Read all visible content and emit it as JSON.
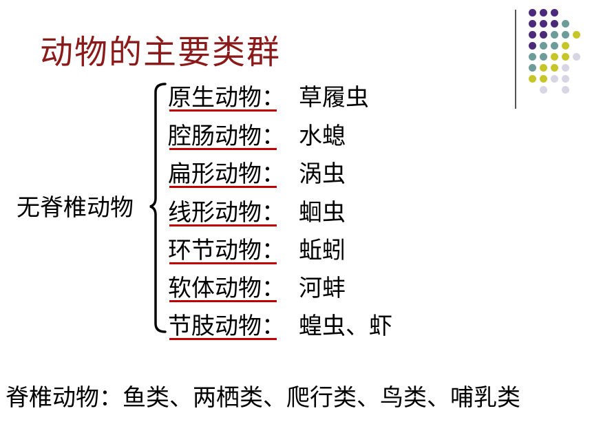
{
  "title": "动物的主要类群",
  "invertebrates": {
    "label": "无脊椎动物",
    "items": [
      {
        "phylum": "原生动物",
        "separator": "：",
        "example": "草履虫"
      },
      {
        "phylum": "腔肠动物",
        "separator": "：",
        "example": "水螅"
      },
      {
        "phylum": "扁形动物",
        "separator": "：",
        "example": "涡虫"
      },
      {
        "phylum": "线形动物",
        "separator": "：",
        "example": "蛔虫"
      },
      {
        "phylum": "环节动物",
        "separator": "：",
        "example": "蚯蚓"
      },
      {
        "phylum": "软体动物",
        "separator": "：",
        "example": "河蚌"
      },
      {
        "phylum": "节肢动物",
        "separator": "：",
        "example": "蝗虫、虾"
      }
    ]
  },
  "vertebrates": {
    "label": "脊椎动物",
    "separator": "：",
    "examples": "鱼类、两栖类、爬行类、鸟类、哺乳类"
  },
  "colors": {
    "title": "#8b1a1a",
    "underline": "#c00000",
    "dot_purple": "#4b2a7a",
    "dot_teal": "#6d9c9a",
    "dot_yellow": "#c6c62a",
    "dot_light": "#d6d6e6"
  }
}
